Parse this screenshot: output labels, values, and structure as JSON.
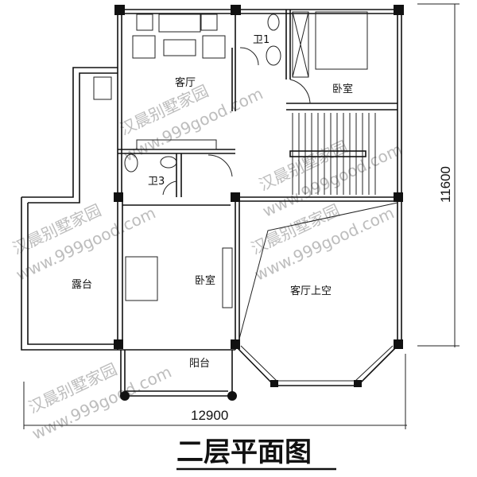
{
  "title": "二层平面图",
  "rooms": {
    "living": "客厅",
    "bath1": "卫1",
    "bedroom_top": "卧室",
    "bath3": "卫3",
    "bedroom_mid": "卧室",
    "terrace": "露台",
    "living_void": "客厅上空",
    "balcony": "阳台"
  },
  "dimensions": {
    "width": "12900",
    "depth": "11600"
  },
  "watermark": {
    "name": "汉晨别墅家园",
    "url": "www.999good.com"
  }
}
